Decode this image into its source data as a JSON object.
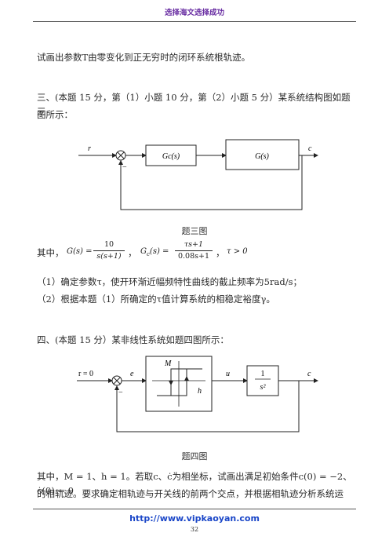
{
  "header": {
    "title": "选择海文选择成功"
  },
  "intro": {
    "text": "试画出参数T由零变化到正无穷时的闭环系统根轨迹。"
  },
  "q3": {
    "heading_line1": "三、(本题 15 分，第（1）小题 10 分，第（2）小题 5 分）某系统结构图如题三",
    "heading_line2": "图所示：",
    "diagram": {
      "input": "r",
      "output": "c",
      "block1": "Gc(s)",
      "block2": "G(s)",
      "minus": "−"
    },
    "caption": "题三图",
    "where_prefix": "其中，",
    "G_num": "10",
    "G_den": "s(s+1)",
    "Gc_num": "τs+1",
    "Gc_den": "0.08s+1",
    "cond": "τ > 0",
    "item1": "（1）确定参数τ，使开环渐近幅频特性曲线的截止频率为5rad/s；",
    "item2": "（2）根据本题（1）所确定的τ值计算系统的相稳定裕度γ。"
  },
  "q4": {
    "heading": "四、(本题 15 分）某非线性系统如题四图所示：",
    "diagram": {
      "input": "r = 0",
      "e": "e",
      "M": "M",
      "h": "h",
      "u": "u",
      "plant_num": "1",
      "plant_den": "s²",
      "output": "c",
      "minus": "−"
    },
    "caption": "题四图",
    "line1": "其中，M = 1、h = 1。若取c、ċ为相坐标，试画出满足初始条件c(0) = −2、ċ(0) = 0",
    "line2": "的相轨迹。要求确定相轨迹与开关线的前两个交点，并根据相轨迹分析系统运"
  },
  "footer": {
    "url": "http://www.vipkaoyan.com",
    "page": "32"
  }
}
